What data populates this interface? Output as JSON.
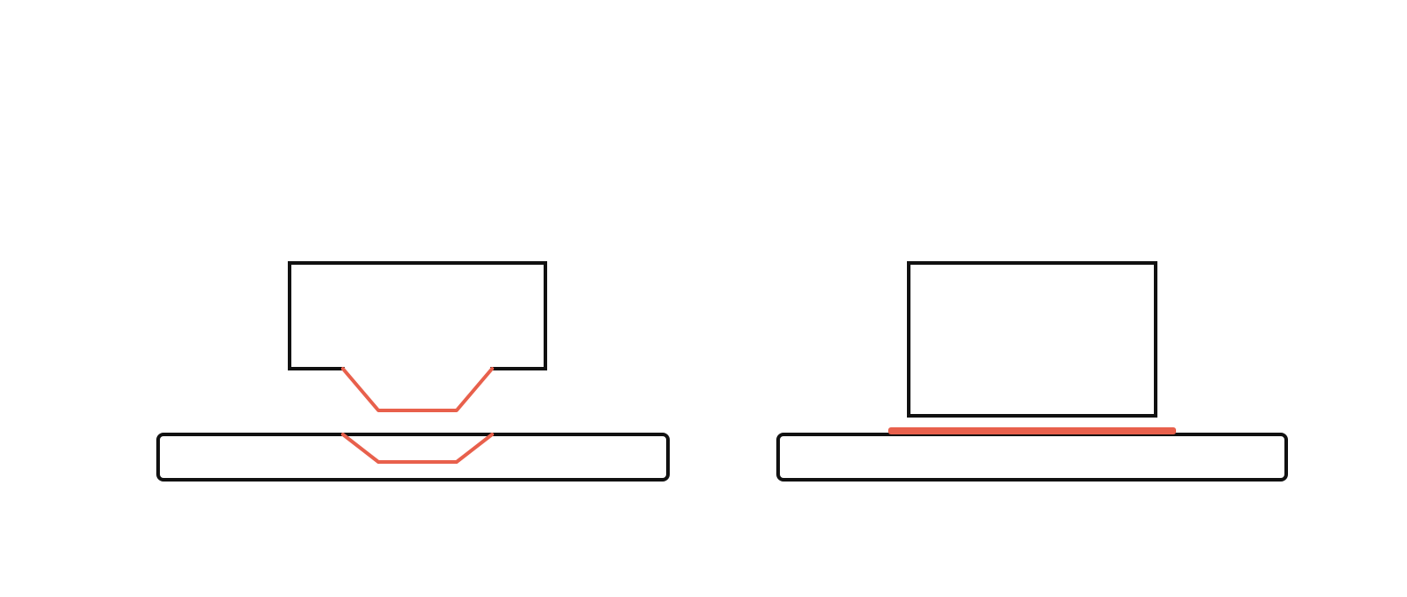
{
  "colors": {
    "background": "#ffffff",
    "outline": "#111111",
    "accent": "#e8604c"
  },
  "panels": [
    {
      "id": "left",
      "description_name": "chamfered-punch-and-grooved-plate",
      "components": [
        "upper-block",
        "base-plate",
        "tool-profile",
        "groove-profile"
      ]
    },
    {
      "id": "right",
      "description_name": "flat-block-on-plate",
      "components": [
        "upper-block",
        "base-plate",
        "contact-strip"
      ]
    }
  ]
}
